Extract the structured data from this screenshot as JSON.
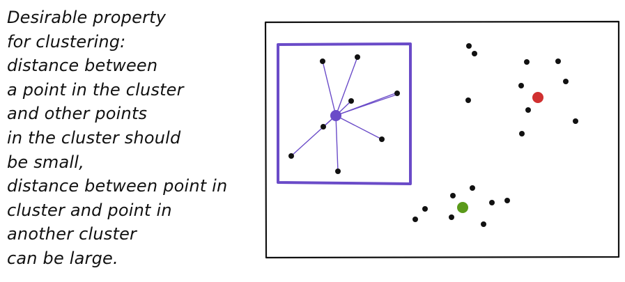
{
  "note": {
    "lines": [
      "Desirable property",
      "for clustering:",
      "distance between",
      "a point in the cluster",
      "and other points",
      "in the cluster should",
      "be small,",
      "distance between point in",
      "cluster and point in",
      "another cluster",
      "can be large."
    ]
  },
  "colors": {
    "ink": "#111111",
    "cluster_box": "#6a4bc8",
    "center_purple": "#6a4bc8",
    "center_red": "#d03030",
    "center_green": "#5a9a1a"
  }
}
